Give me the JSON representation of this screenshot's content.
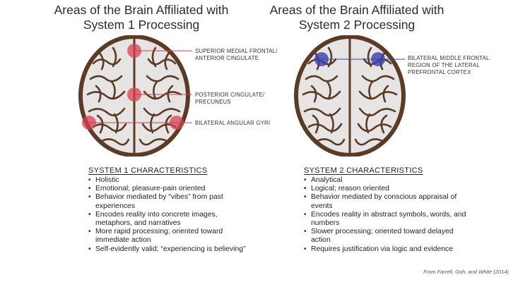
{
  "panel1": {
    "title_line1": "Areas of the Brain Affiliated with",
    "title_line2": "System 1 Processing",
    "callouts": [
      {
        "line1": "SUPERIOR MEDIAL FRONTAL/",
        "line2": "ANTERIOR CINGULATE"
      },
      {
        "line1": "POSTERIOR CINGULATE/",
        "line2": "PRECUNEUS"
      },
      {
        "line1": "BILATERAL ANGULAR GYRI",
        "line2": ""
      }
    ],
    "highlight_color": "#d94050",
    "characteristics_title": "SYSTEM 1 CHARACTERISTICS",
    "characteristics": [
      "Holistic",
      "Emotional; pleasure-pain oriented",
      "Behavior mediated by “vibes” from past experiences",
      "Encodes reality into concrete images, metaphors, and narratives",
      "More rapid processing; oriented toward immediate action",
      "Self-evidently valid; “experiencing is believing”"
    ]
  },
  "panel2": {
    "title_line1": "Areas of the Brain Affiliated with",
    "title_line2": "System 2 Processing",
    "callouts": [
      {
        "line1": "BILATERAL MIDDLE FRONTAL",
        "line2": "REGION OF THE LATERAL",
        "line3": "PREFRONTAL CORTEX"
      }
    ],
    "highlight_color": "#3a3fb0",
    "characteristics_title": "SYSTEM 2 CHARACTERISTICS",
    "characteristics": [
      "Analytical",
      "Logical; reason oriented",
      "Behavior mediated by conscious appraisal of events",
      "Encodes reality in abstract symbols, words, and numbers",
      "Slower processing; oriented toward delayed action",
      "Requires justification via logic and evidence"
    ]
  },
  "source": "From Farrell, Goh, and White (2014)",
  "colors": {
    "brain_fill": "#e7e5e4",
    "brain_outline": "#5b3b25"
  }
}
